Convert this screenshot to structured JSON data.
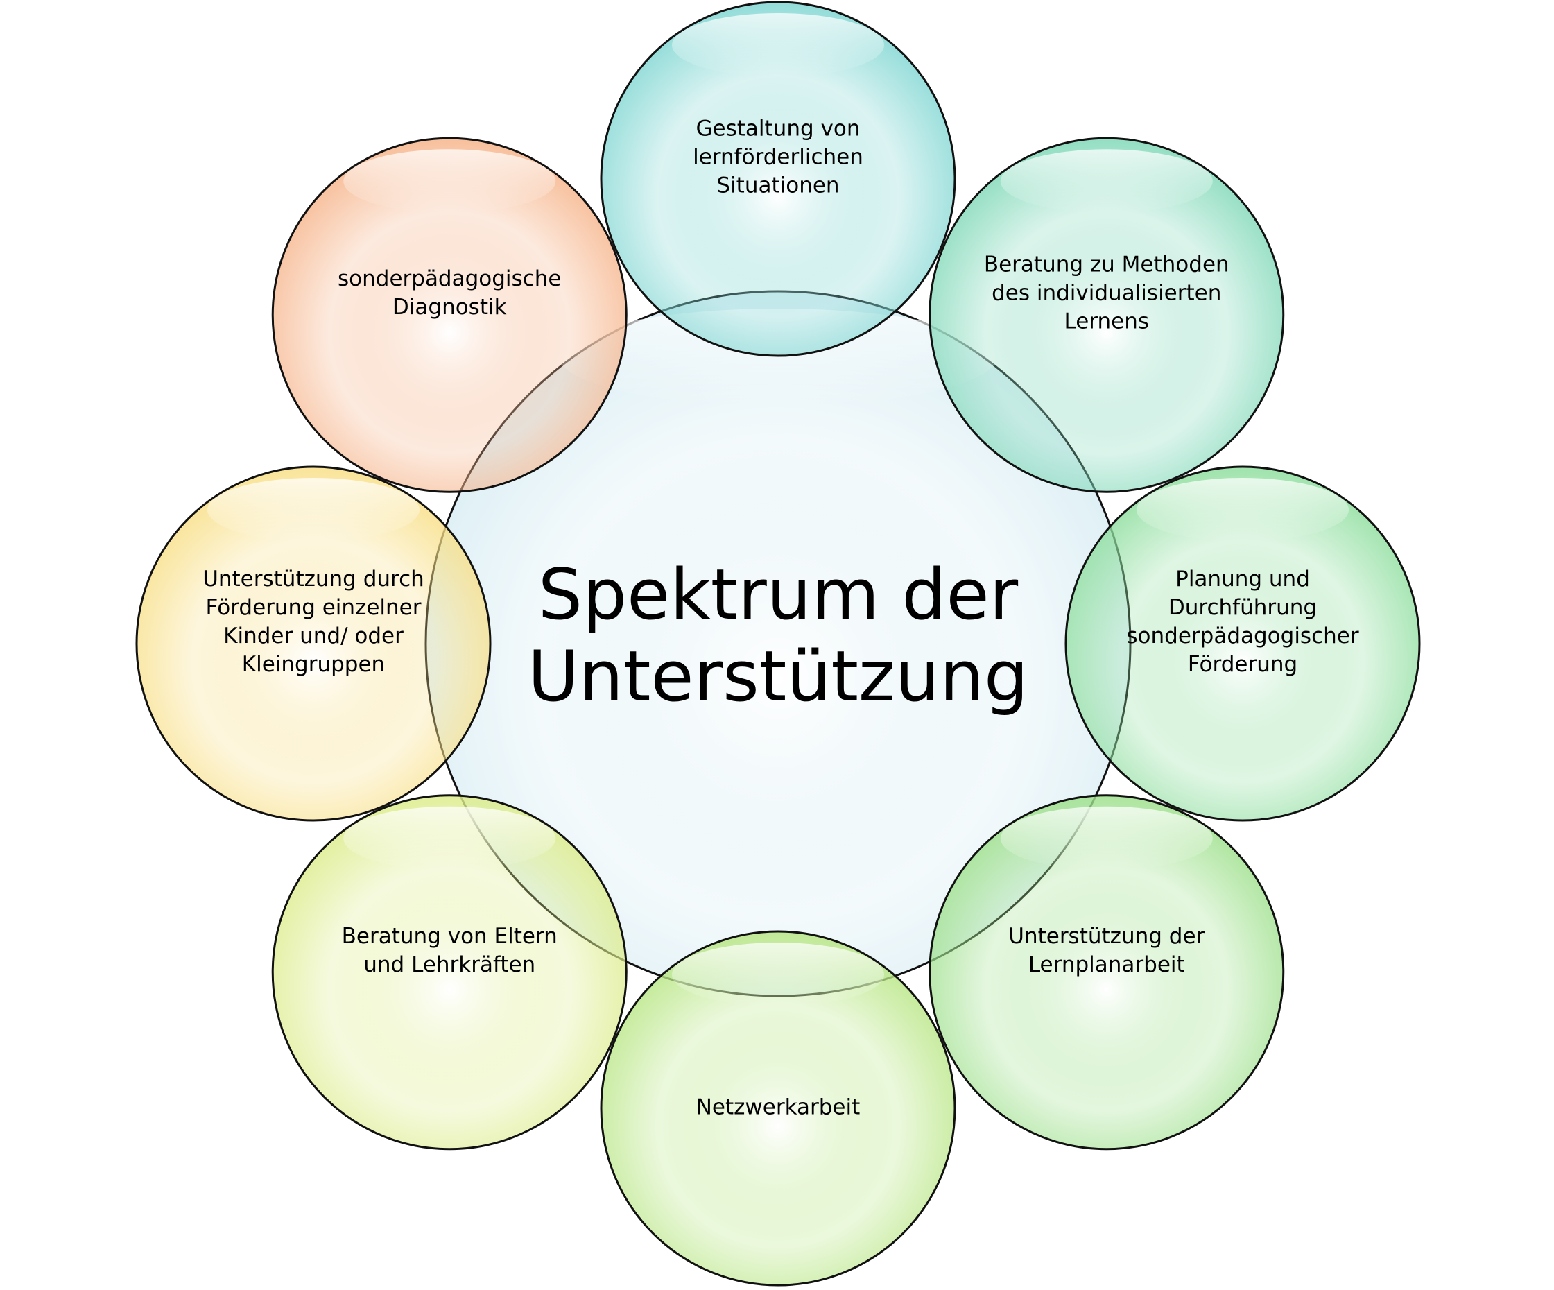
{
  "diagram": {
    "center": {
      "lines": [
        "Spektrum der",
        "Unterstützung"
      ],
      "color": "#d6ecf3"
    },
    "nodes": [
      {
        "id": "gestaltung",
        "lines": [
          "Gestaltung von",
          "lernförderlichen",
          "Situationen"
        ],
        "color": "#7fd6d2"
      },
      {
        "id": "beratung-methoden",
        "lines": [
          "Beratung zu Methoden",
          "des individualisierten",
          "Lernens"
        ],
        "color": "#7fd8b8"
      },
      {
        "id": "planung",
        "lines": [
          "Planung und",
          "Durchführung",
          "sonderpädagogischer",
          "Förderung"
        ],
        "color": "#8ede9e"
      },
      {
        "id": "lernplanarbeit",
        "lines": [
          "Unterstützung der",
          "Lernplanarbeit"
        ],
        "color": "#9ee08c"
      },
      {
        "id": "netzwerkarbeit",
        "lines": [
          "Netzwerkarbeit"
        ],
        "color": "#b8e684"
      },
      {
        "id": "beratung-eltern",
        "lines": [
          "Beratung von Eltern",
          "und Lehrkräften"
        ],
        "color": "#dcec8a"
      },
      {
        "id": "foerderung",
        "lines": [
          "Unterstützung durch",
          "Förderung einzelner",
          "Kinder und/ oder",
          "Kleingruppen"
        ],
        "color": "#f8df86"
      },
      {
        "id": "diagnostik",
        "lines": [
          "sonderpädagogische",
          "Diagnostik"
        ],
        "color": "#f6b48a"
      }
    ]
  }
}
